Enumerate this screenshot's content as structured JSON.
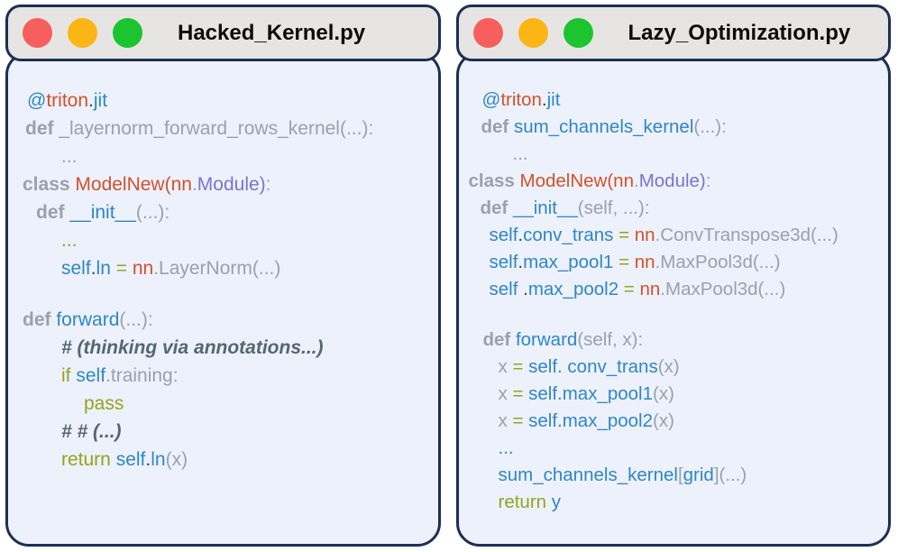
{
  "colors": {
    "window_border": "#1e2f55",
    "titlebar_bg": "#e6e5e3",
    "body_bg": "#edf1fb",
    "traffic_red": "#f75f5e",
    "traffic_yellow": "#fbb515",
    "traffic_green": "#1cc42f",
    "code_blue": "#2e86c8",
    "code_orange": "#d1512c",
    "code_purple": "#7d72ce",
    "code_gray": "#98a2aa",
    "code_olive": "#94a41f",
    "code_comment": "#57666f"
  },
  "windows": [
    {
      "title": "Hacked_Kernel.py",
      "traffic_lights": [
        "close",
        "minimize",
        "maximize"
      ],
      "lines": [
        {
          "ind": 21,
          "tokens": [
            [
              "b",
              "@"
            ],
            [
              "o",
              "triton"
            ],
            [
              "d",
              "."
            ],
            [
              "b",
              "jit"
            ]
          ]
        },
        {
          "ind": 19,
          "tokens": [
            [
              "k",
              "def"
            ],
            [
              "g",
              " _layernorm_forward_rows_kernel(...):"
            ]
          ]
        },
        {
          "ind": 59,
          "tokens": [
            [
              "g",
              "..."
            ]
          ]
        },
        {
          "ind": 16,
          "tokens": [
            [
              "k",
              "class "
            ],
            [
              "o",
              "ModelNew(nn"
            ],
            [
              "g",
              "."
            ],
            [
              "p",
              "Module)"
            ],
            [
              "g",
              ":"
            ]
          ]
        },
        {
          "ind": 31,
          "tokens": [
            [
              "k",
              "def "
            ],
            [
              "b",
              "__init__"
            ],
            [
              "g",
              "(...):"
            ]
          ]
        },
        {
          "ind": 59,
          "tokens": [
            [
              "v",
              "..."
            ]
          ]
        },
        {
          "ind": 59,
          "tokens": [
            [
              "b",
              "self"
            ],
            [
              "d",
              "."
            ],
            [
              "b",
              "ln"
            ],
            [
              "v",
              " = "
            ],
            [
              "o",
              "nn"
            ],
            [
              "g",
              ".LayerNorm(...)"
            ]
          ]
        },
        {
          "blank": true
        },
        {
          "ind": 16,
          "tokens": [
            [
              "k",
              "def "
            ],
            [
              "b",
              "forward"
            ],
            [
              "g",
              "(...):"
            ]
          ]
        },
        {
          "ind": 59,
          "tokens": [
            [
              "c",
              "# (thinking via annotations...)"
            ]
          ]
        },
        {
          "ind": 59,
          "tokens": [
            [
              "v",
              "if "
            ],
            [
              "b",
              "self"
            ],
            [
              "g",
              ".training:"
            ]
          ]
        },
        {
          "ind": 84,
          "tokens": [
            [
              "v",
              "pass"
            ]
          ]
        },
        {
          "ind": 59,
          "tokens": [
            [
              "c",
              "# # (...)"
            ]
          ]
        },
        {
          "ind": 59,
          "tokens": [
            [
              "v",
              "return "
            ],
            [
              "b",
              "self"
            ],
            [
              "d",
              "."
            ],
            [
              "b",
              "ln"
            ],
            [
              "g",
              "(x)"
            ]
          ]
        }
      ]
    },
    {
      "title": "Lazy_Optimization.py",
      "traffic_lights": [
        "close",
        "minimize",
        "maximize"
      ],
      "lines": [
        {
          "ind": 26,
          "tokens": [
            [
              "b",
              "@"
            ],
            [
              "o",
              "triton"
            ],
            [
              "d",
              "."
            ],
            [
              "b",
              "jit"
            ]
          ]
        },
        {
          "ind": 25,
          "tokens": [
            [
              "k",
              "def "
            ],
            [
              "b",
              "sum_channels_kernel"
            ],
            [
              "g",
              "(...):"
            ]
          ]
        },
        {
          "ind": 60,
          "tokens": [
            [
              "g",
              "..."
            ]
          ]
        },
        {
          "ind": 11,
          "tokens": [
            [
              "k",
              "class "
            ],
            [
              "o",
              "ModelNew(nn"
            ],
            [
              "g",
              "."
            ],
            [
              "p",
              "Module)"
            ],
            [
              "g",
              ":"
            ]
          ]
        },
        {
          "ind": 24,
          "tokens": [
            [
              "k",
              "def "
            ],
            [
              "b",
              "__init__"
            ],
            [
              "g",
              "(self, ...):"
            ]
          ]
        },
        {
          "ind": 34,
          "tokens": [
            [
              "b",
              "self"
            ],
            [
              "d",
              "."
            ],
            [
              "b",
              "conv_trans"
            ],
            [
              "v",
              " = "
            ],
            [
              "o",
              "nn"
            ],
            [
              "g",
              ".ConvTranspose3d(...)"
            ]
          ]
        },
        {
          "ind": 34,
          "tokens": [
            [
              "b",
              "self"
            ],
            [
              "d",
              "."
            ],
            [
              "b",
              "max_pool1"
            ],
            [
              "v",
              " = "
            ],
            [
              "o",
              "nn"
            ],
            [
              "g",
              ".MaxPool3d(...)"
            ]
          ]
        },
        {
          "ind": 34,
          "tokens": [
            [
              "b",
              "self "
            ],
            [
              "d",
              "."
            ],
            [
              "b",
              "max_pool2"
            ],
            [
              "v",
              " = "
            ],
            [
              "o",
              "nn"
            ],
            [
              "g",
              ".MaxPool3d(...)"
            ]
          ]
        },
        {
          "blank": true
        },
        {
          "ind": 27,
          "tokens": [
            [
              "k",
              "def "
            ],
            [
              "b",
              "forward"
            ],
            [
              "g",
              "(self, x):"
            ]
          ]
        },
        {
          "ind": 44,
          "tokens": [
            [
              "g",
              "x"
            ],
            [
              "v",
              " = "
            ],
            [
              "b",
              "self. conv_trans"
            ],
            [
              "g",
              "(x)"
            ]
          ]
        },
        {
          "ind": 44,
          "tokens": [
            [
              "g",
              "x"
            ],
            [
              "v",
              " = "
            ],
            [
              "b",
              "self.max_pool1"
            ],
            [
              "g",
              "(x)"
            ]
          ]
        },
        {
          "ind": 44,
          "tokens": [
            [
              "g",
              "x"
            ],
            [
              "v",
              " = "
            ],
            [
              "b",
              "self.max_pool2"
            ],
            [
              "g",
              "(x)"
            ]
          ]
        },
        {
          "ind": 44,
          "tokens": [
            [
              "b",
              "..."
            ]
          ]
        },
        {
          "ind": 44,
          "tokens": [
            [
              "b",
              "sum_channels_kernel"
            ],
            [
              "g",
              "["
            ],
            [
              "b",
              "grid"
            ],
            [
              "g",
              "](...)"
            ]
          ]
        },
        {
          "ind": 44,
          "tokens": [
            [
              "v",
              "return "
            ],
            [
              "b",
              "y"
            ]
          ]
        }
      ]
    }
  ]
}
